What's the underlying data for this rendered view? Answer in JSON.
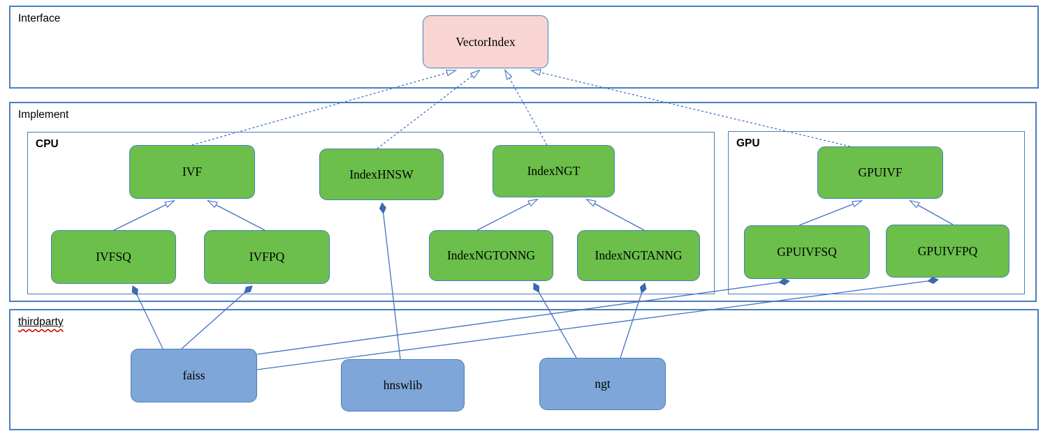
{
  "containers": {
    "interface": {
      "label": "Interface"
    },
    "implement": {
      "label": "Implement"
    },
    "cpu": {
      "label": "CPU"
    },
    "gpu": {
      "label": "GPU"
    },
    "thirdparty": {
      "label": "thirdparty"
    }
  },
  "nodes": {
    "vectorindex": {
      "label": "VectorIndex",
      "kind": "interface"
    },
    "ivf": {
      "label": "IVF",
      "kind": "cpu-implementation"
    },
    "indexhnsw": {
      "label": "IndexHNSW",
      "kind": "cpu-implementation"
    },
    "indexngt": {
      "label": "IndexNGT",
      "kind": "cpu-implementation"
    },
    "ivfsq": {
      "label": "IVFSQ",
      "kind": "cpu-implementation"
    },
    "ivfpq": {
      "label": "IVFPQ",
      "kind": "cpu-implementation"
    },
    "indexngtonng": {
      "label": "IndexNGTONNG",
      "kind": "cpu-implementation"
    },
    "indexngtanng": {
      "label": "IndexNGTANNG",
      "kind": "cpu-implementation"
    },
    "gpuivf": {
      "label": "GPUIVF",
      "kind": "gpu-implementation"
    },
    "gpuivfsq": {
      "label": "GPUIVFSQ",
      "kind": "gpu-implementation"
    },
    "gpuivfpq": {
      "label": "GPUIVFPQ",
      "kind": "gpu-implementation"
    },
    "faiss": {
      "label": "faiss",
      "kind": "thirdparty-library"
    },
    "hnswlib": {
      "label": "hnswlib",
      "kind": "thirdparty-library"
    },
    "ngt": {
      "label": "ngt",
      "kind": "thirdparty-library"
    }
  },
  "edges": [
    {
      "from": "IVF",
      "to": "VectorIndex",
      "type": "realization",
      "line": "dashed",
      "head": "hollow-triangle"
    },
    {
      "from": "IndexHNSW",
      "to": "VectorIndex",
      "type": "realization",
      "line": "dashed",
      "head": "hollow-triangle"
    },
    {
      "from": "IndexNGT",
      "to": "VectorIndex",
      "type": "realization",
      "line": "dashed",
      "head": "hollow-triangle"
    },
    {
      "from": "GPUIVF",
      "to": "VectorIndex",
      "type": "realization",
      "line": "dashed",
      "head": "hollow-triangle"
    },
    {
      "from": "IVFSQ",
      "to": "IVF",
      "type": "generalization",
      "line": "solid",
      "head": "hollow-triangle"
    },
    {
      "from": "IVFPQ",
      "to": "IVF",
      "type": "generalization",
      "line": "solid",
      "head": "hollow-triangle"
    },
    {
      "from": "IndexNGTONNG",
      "to": "IndexNGT",
      "type": "generalization",
      "line": "solid",
      "head": "hollow-triangle"
    },
    {
      "from": "IndexNGTANNG",
      "to": "IndexNGT",
      "type": "generalization",
      "line": "solid",
      "head": "hollow-triangle"
    },
    {
      "from": "GPUIVFSQ",
      "to": "GPUIVF",
      "type": "generalization",
      "line": "solid",
      "head": "hollow-triangle"
    },
    {
      "from": "GPUIVFPQ",
      "to": "GPUIVF",
      "type": "generalization",
      "line": "solid",
      "head": "hollow-triangle"
    },
    {
      "from": "faiss",
      "to": "IVFSQ",
      "type": "composition",
      "line": "solid",
      "head": "filled-diamond"
    },
    {
      "from": "faiss",
      "to": "IVFPQ",
      "type": "composition",
      "line": "solid",
      "head": "filled-diamond"
    },
    {
      "from": "faiss",
      "to": "GPUIVFSQ",
      "type": "composition",
      "line": "solid",
      "head": "filled-diamond"
    },
    {
      "from": "faiss",
      "to": "GPUIVFPQ",
      "type": "composition",
      "line": "solid",
      "head": "filled-diamond"
    },
    {
      "from": "hnswlib",
      "to": "IndexHNSW",
      "type": "composition",
      "line": "solid",
      "head": "filled-diamond"
    },
    {
      "from": "ngt",
      "to": "IndexNGTONNG",
      "type": "composition",
      "line": "solid",
      "head": "filled-diamond"
    },
    {
      "from": "ngt",
      "to": "IndexNGTANNG",
      "type": "composition",
      "line": "solid",
      "head": "filled-diamond"
    }
  ],
  "colors": {
    "container_border": "#4a7ebb",
    "node_border": "#4a7ebb",
    "node_green": "#6bbf4a",
    "node_pink": "#f8d5d2",
    "node_blue": "#7ea6d8",
    "edge": "#4472c4",
    "diamond_fill": "#3e69ae",
    "spellcheck_squiggle": "#cc0000"
  }
}
